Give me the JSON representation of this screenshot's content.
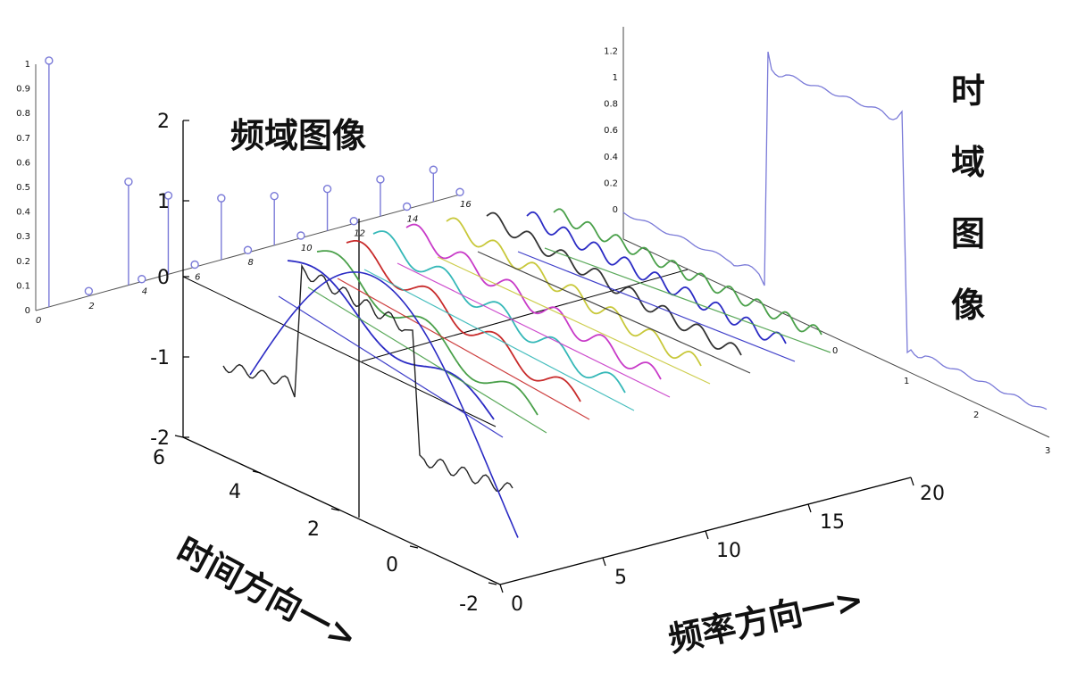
{
  "titles": {
    "frequency_domain": "频域图像",
    "time_domain": [
      "时",
      "域",
      "图",
      "像"
    ],
    "time_direction": "时间方向一>",
    "frequency_direction": "频率方向一>"
  },
  "axes": {
    "z_ticks": [
      "2",
      "1",
      "0",
      "-1",
      "-2"
    ],
    "time_ticks": [
      "6",
      "4",
      "2",
      "0",
      "-2"
    ],
    "freq_ticks": [
      "0",
      "5",
      "10",
      "15",
      "20"
    ]
  },
  "spectrum_inset": {
    "y_ticks": [
      "0",
      "0.1",
      "0.2",
      "0.3",
      "0.4",
      "0.5",
      "0.6",
      "0.7",
      "0.8",
      "0.9",
      "1"
    ],
    "x_ticks": [
      "0",
      "2",
      "4",
      "6",
      "8",
      "10",
      "12",
      "14",
      "16"
    ],
    "stems": [
      {
        "x": 0.5,
        "y": 1.0
      },
      {
        "x": 2,
        "y": 0.02
      },
      {
        "x": 3.5,
        "y": 0.42
      },
      {
        "x": 4,
        "y": 0.01
      },
      {
        "x": 5,
        "y": 0.32
      },
      {
        "x": 6,
        "y": 0.01
      },
      {
        "x": 7,
        "y": 0.25
      },
      {
        "x": 8,
        "y": 0.01
      },
      {
        "x": 9,
        "y": 0.2
      },
      {
        "x": 10,
        "y": 0.01
      },
      {
        "x": 11,
        "y": 0.17
      },
      {
        "x": 12,
        "y": 0.01
      },
      {
        "x": 13,
        "y": 0.15
      },
      {
        "x": 14,
        "y": 0.01
      },
      {
        "x": 15,
        "y": 0.13
      },
      {
        "x": 16,
        "y": 0.01
      }
    ]
  },
  "time_inset": {
    "y_ticks": [
      "1.2",
      "1",
      "0.8",
      "0.6",
      "0.4",
      "0.2",
      "0"
    ],
    "x_ticks": [
      "0",
      "1",
      "2",
      "3"
    ]
  },
  "colors": {
    "inset_line": "#7a7ad8",
    "axis": "#000000",
    "waves": [
      "#2b2bc4",
      "#4aa04a",
      "#c82b2b",
      "#35b8b8",
      "#c83ac8",
      "#c8c83a",
      "#333333",
      "#2b2bc4",
      "#4aa04a"
    ]
  }
}
